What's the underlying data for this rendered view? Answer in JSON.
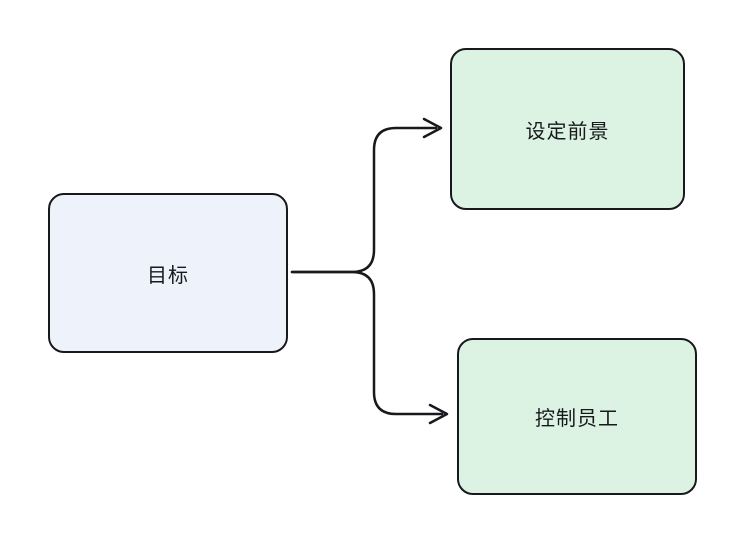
{
  "diagram": {
    "title": "goal-flow-diagram",
    "nodes": [
      {
        "id": "goal",
        "label": "目标",
        "fill": "#edf2fb"
      },
      {
        "id": "vision",
        "label": "设定前景",
        "fill": "#dcf3e4"
      },
      {
        "id": "control",
        "label": "控制员工",
        "fill": "#dcf3e4"
      }
    ],
    "edges": [
      {
        "from": "goal",
        "to": "vision",
        "arrow": "end"
      },
      {
        "from": "goal",
        "to": "control",
        "arrow": "end"
      }
    ],
    "colors": {
      "stroke": "#17191c",
      "background": "#ffffff",
      "goal_fill": "#edf2fb",
      "branch_fill": "#dcf3e4"
    }
  }
}
